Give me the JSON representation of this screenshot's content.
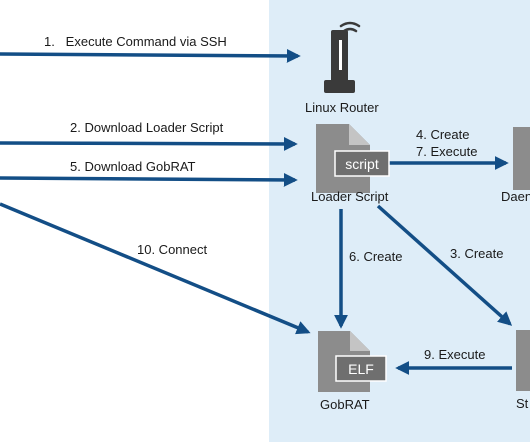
{
  "colors": {
    "zone_background": "#deedf8",
    "arrow": "#134e86",
    "icon": "#8c8c8c",
    "icon_dark": "#6f6f6f",
    "text": "#1a1a1a"
  },
  "nodes": {
    "router": {
      "label": "Linux Router",
      "icon": "router-icon"
    },
    "loader": {
      "label": "Loader Script",
      "badge": "script",
      "icon": "script-file-icon"
    },
    "daemon": {
      "label": "Daen",
      "icon": "file-icon"
    },
    "gobrat": {
      "label": "GobRAT",
      "badge": "ELF",
      "icon": "elf-file-icon"
    },
    "startup": {
      "label": "St",
      "icon": "file-icon"
    }
  },
  "steps": {
    "step1": "1.   Execute Command via SSH",
    "step2": "2. Download Loader Script",
    "step5": "5. Download GobRAT",
    "step10": "10. Connect",
    "step4": "4. Create",
    "step7": "7. Execute",
    "step6": "6. Create",
    "step3": "3. Create",
    "step9": "9. Execute"
  }
}
